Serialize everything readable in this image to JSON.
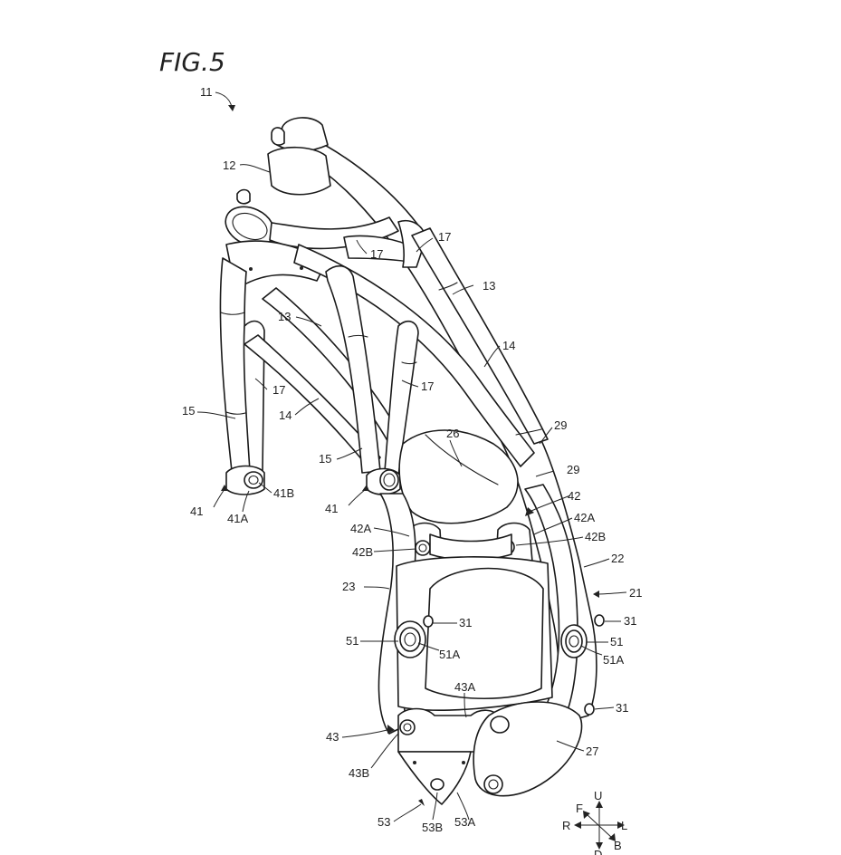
{
  "figure": {
    "title": "FIG.5",
    "ink_color": "#1a1a1a",
    "background": "#ffffff"
  },
  "labels": {
    "l11": "11",
    "l12": "12",
    "l13a": "13",
    "l13b": "13",
    "l14a": "14",
    "l14b": "14",
    "l15a": "15",
    "l15b": "15",
    "l17a": "17",
    "l17b": "17",
    "l17c": "17",
    "l17d": "17",
    "l21": "21",
    "l22": "22",
    "l23": "23",
    "l26": "26",
    "l27": "27",
    "l29a": "29",
    "l29b": "29",
    "l31a": "31",
    "l31b": "31",
    "l31c": "31",
    "l41a": "41",
    "l41b": "41",
    "l41A": "41A",
    "l41B": "41B",
    "l42": "42",
    "l42Aa": "42A",
    "l42Ab": "42A",
    "l42Ba": "42B",
    "l42Bb": "42B",
    "l43": "43",
    "l43A": "43A",
    "l43B": "43B",
    "l51a": "51",
    "l51b": "51",
    "l51Aa": "51A",
    "l51Ab": "51A",
    "l53": "53",
    "l53A": "53A",
    "l53B": "53B"
  },
  "direction_indicator": {
    "up": "U",
    "down": "D",
    "front": "F",
    "back": "B",
    "left": "L",
    "right": "R"
  }
}
